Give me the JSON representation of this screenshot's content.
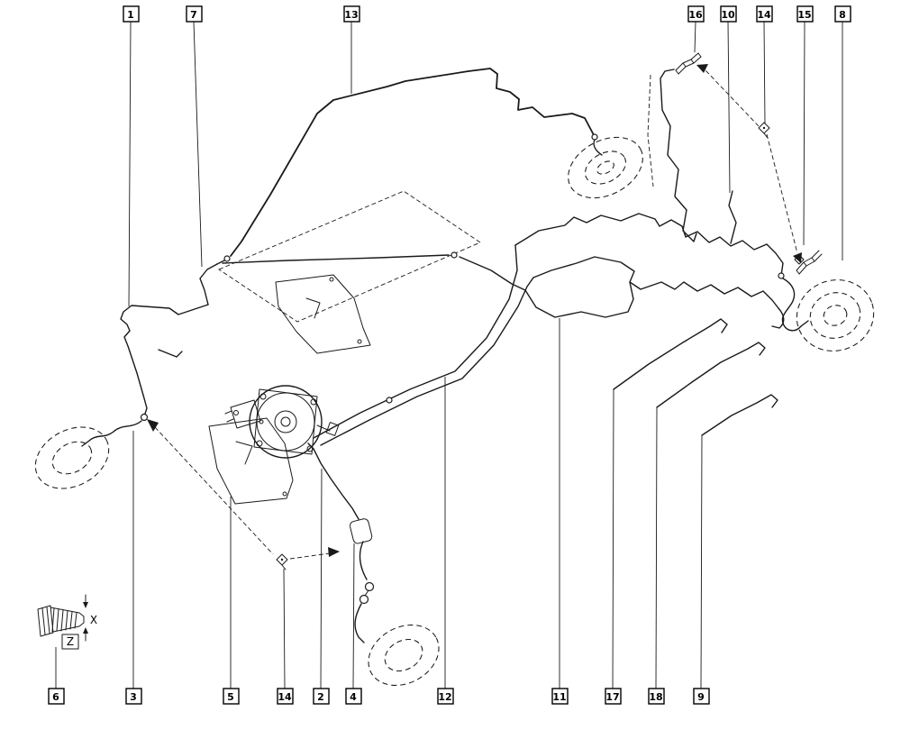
{
  "callouts_top": [
    {
      "label": "1"
    },
    {
      "label": "7"
    },
    {
      "label": "13"
    },
    {
      "label": "16"
    },
    {
      "label": "10"
    },
    {
      "label": "14"
    },
    {
      "label": "15"
    },
    {
      "label": "8"
    }
  ],
  "callouts_bottom": [
    {
      "label": "6"
    },
    {
      "label": "3"
    },
    {
      "label": "5"
    },
    {
      "label": "14"
    },
    {
      "label": "2"
    },
    {
      "label": "4"
    },
    {
      "label": "12"
    },
    {
      "label": "11"
    },
    {
      "label": "17"
    },
    {
      "label": "18"
    },
    {
      "label": "9"
    }
  ],
  "dimensions": {
    "x_label": "X",
    "z_label": "Z"
  },
  "colors": {
    "line": "#1a1a1a",
    "background": "#ffffff"
  }
}
